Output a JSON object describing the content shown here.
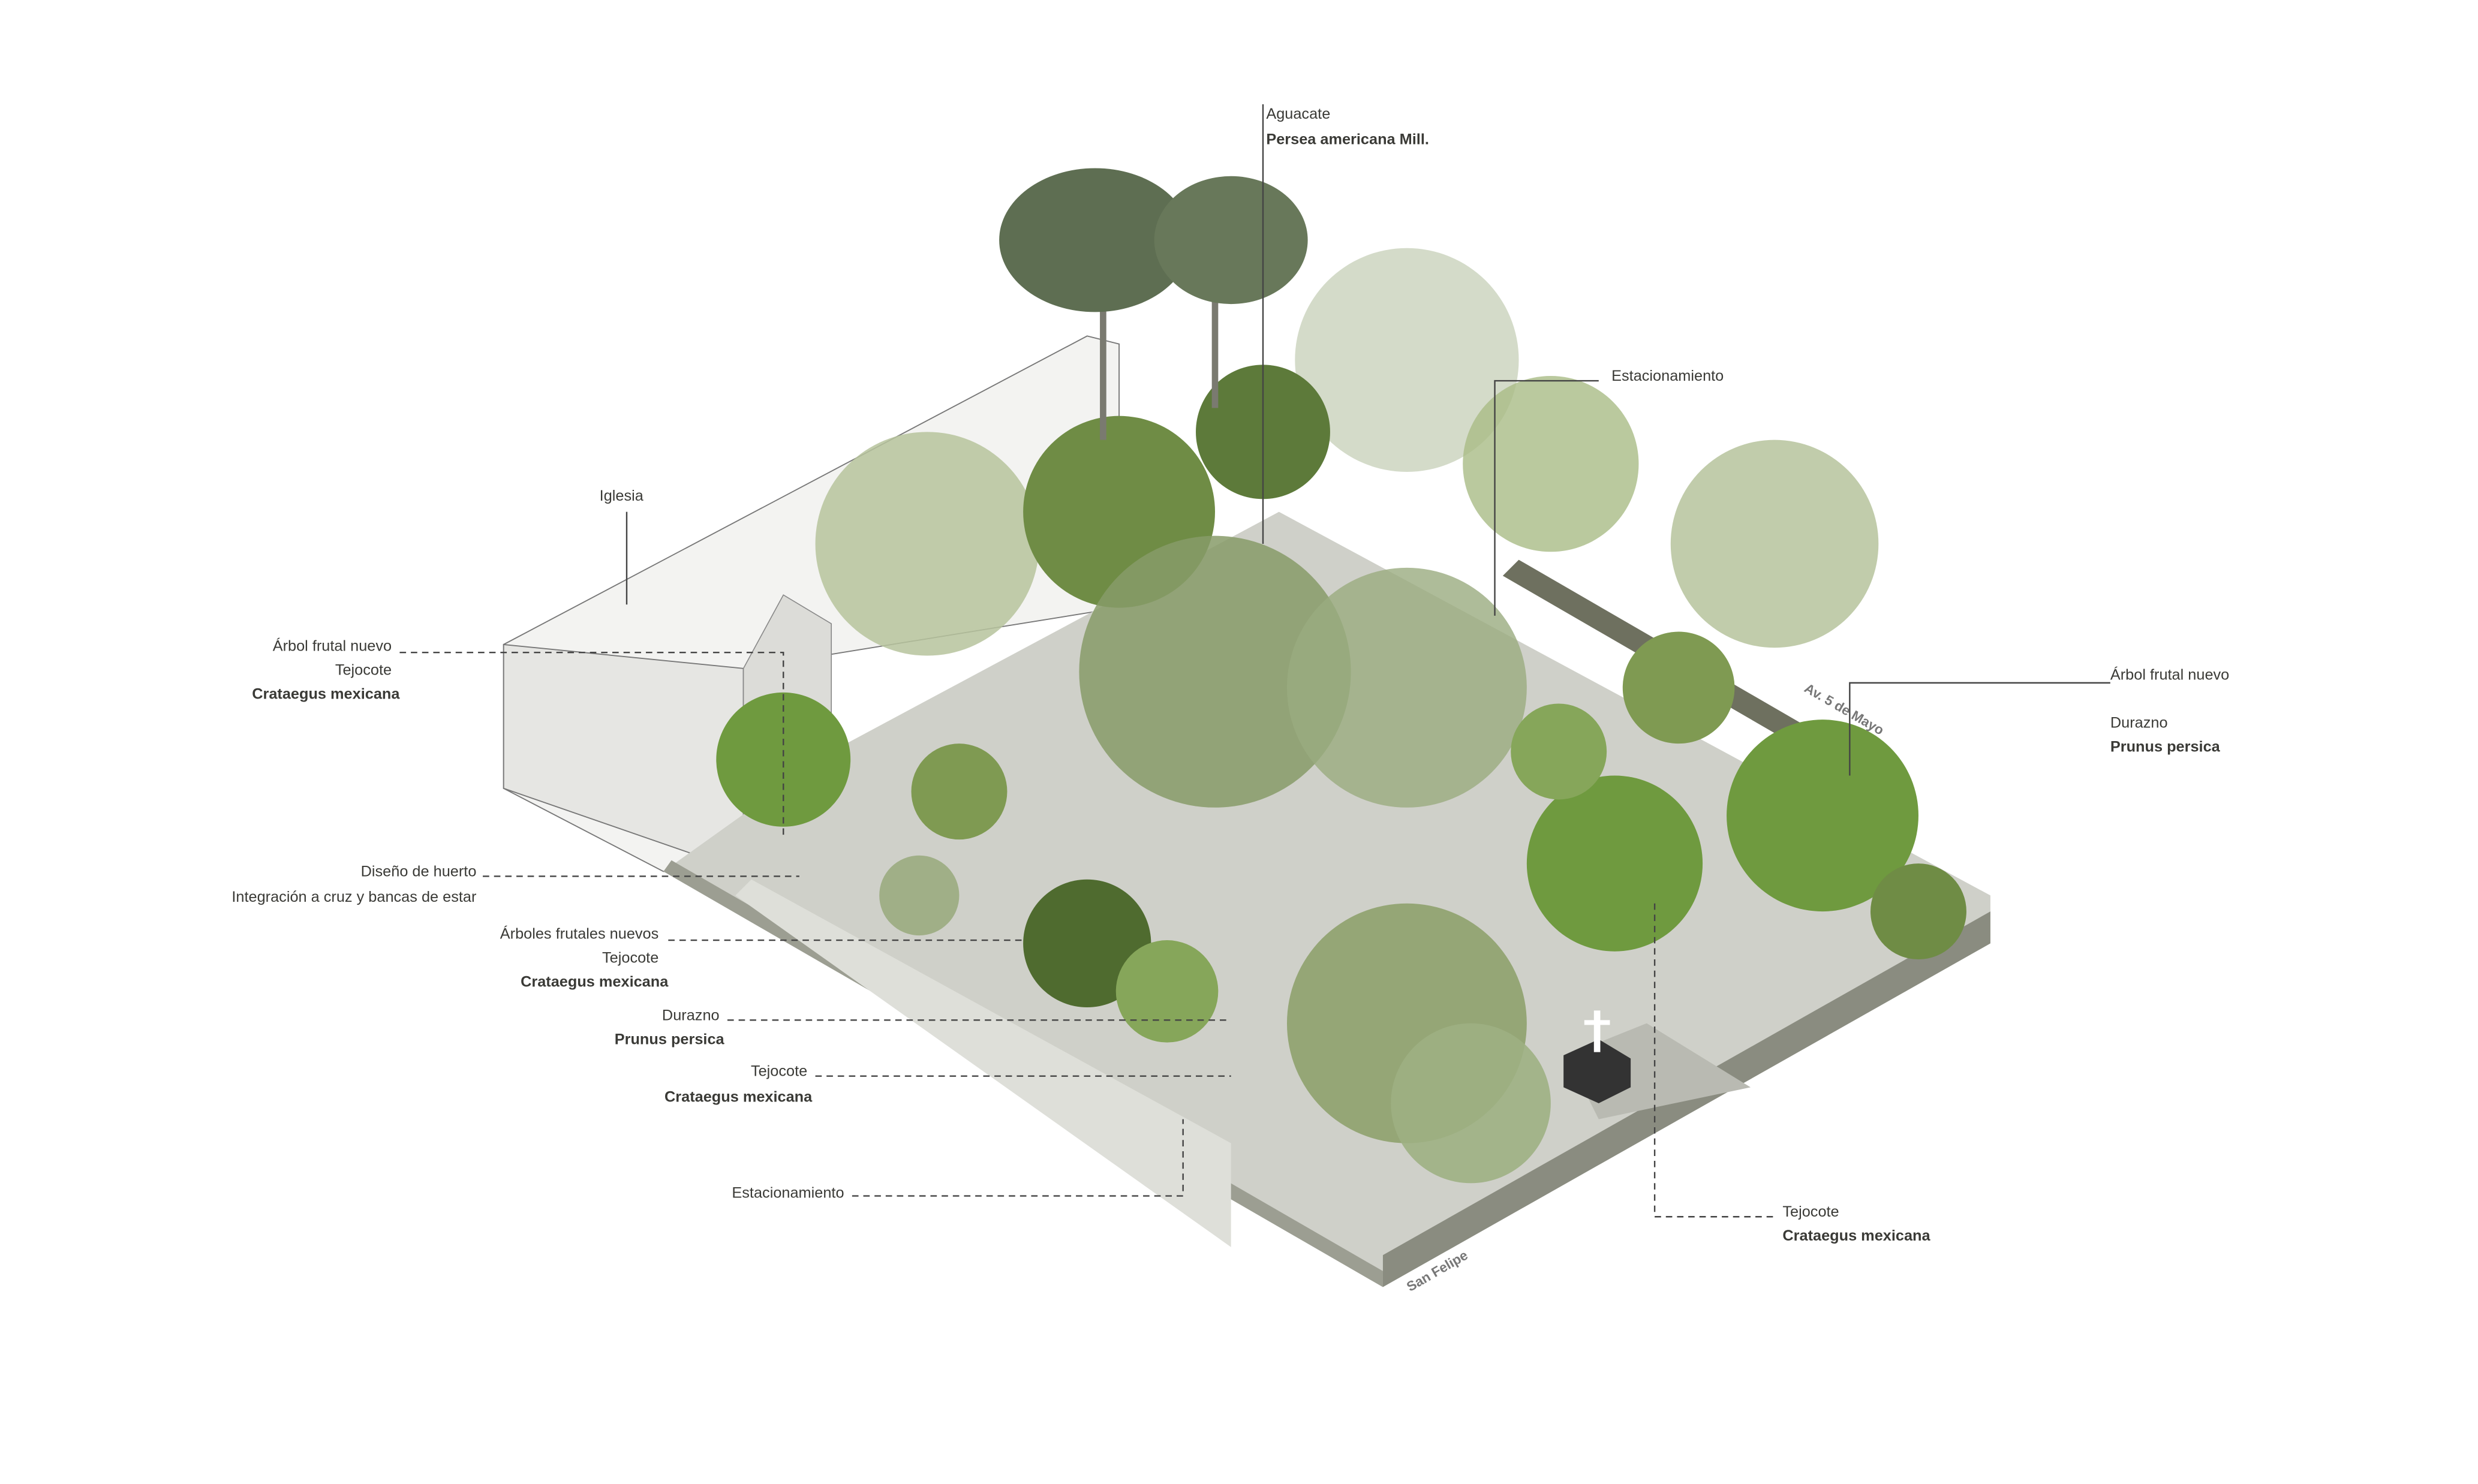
{
  "labels": {
    "aguacate": {
      "common": "Aguacate",
      "species": "Persea americana Mill."
    },
    "estacionamiento_top": {
      "common": "Estacionamiento"
    },
    "iglesia": {
      "common": "Iglesia"
    },
    "arbol_frutal_left": {
      "title": "Árbol frutal nuevo",
      "common": "Tejocote",
      "species": "Crataegus mexicana"
    },
    "huerto": {
      "title": "Diseño de huerto",
      "detail": "Integración a cruz y bancas de estar"
    },
    "arboles_frutales": {
      "title": "Árboles frutales nuevos",
      "common": "Tejocote",
      "species": "Crataegus mexicana"
    },
    "durazno": {
      "common": "Durazno",
      "species": "Prunus persica"
    },
    "tejocote_mid": {
      "common": "Tejocote",
      "species": "Crataegus mexicana"
    },
    "estacionamiento_bottom": {
      "common": "Estacionamiento"
    },
    "tejocote_right": {
      "common": "Tejocote",
      "species": "Crataegus mexicana"
    },
    "arbol_frutal_right": {
      "title": "Árbol frutal nuevo",
      "common": "Durazno",
      "species": "Prunus persica"
    }
  },
  "streets": {
    "south": "San Felipe",
    "east": "Av. 5 de Mayo"
  },
  "colors": {
    "foliage_dark": "#5d7a3a",
    "foliage_mid": "#7f9a52",
    "foliage_light": "#a9bb86",
    "foliage_haze": "#c9d2bb",
    "ground": "#c9cac3",
    "wall": "#8a8c80",
    "building": "#ececea"
  }
}
